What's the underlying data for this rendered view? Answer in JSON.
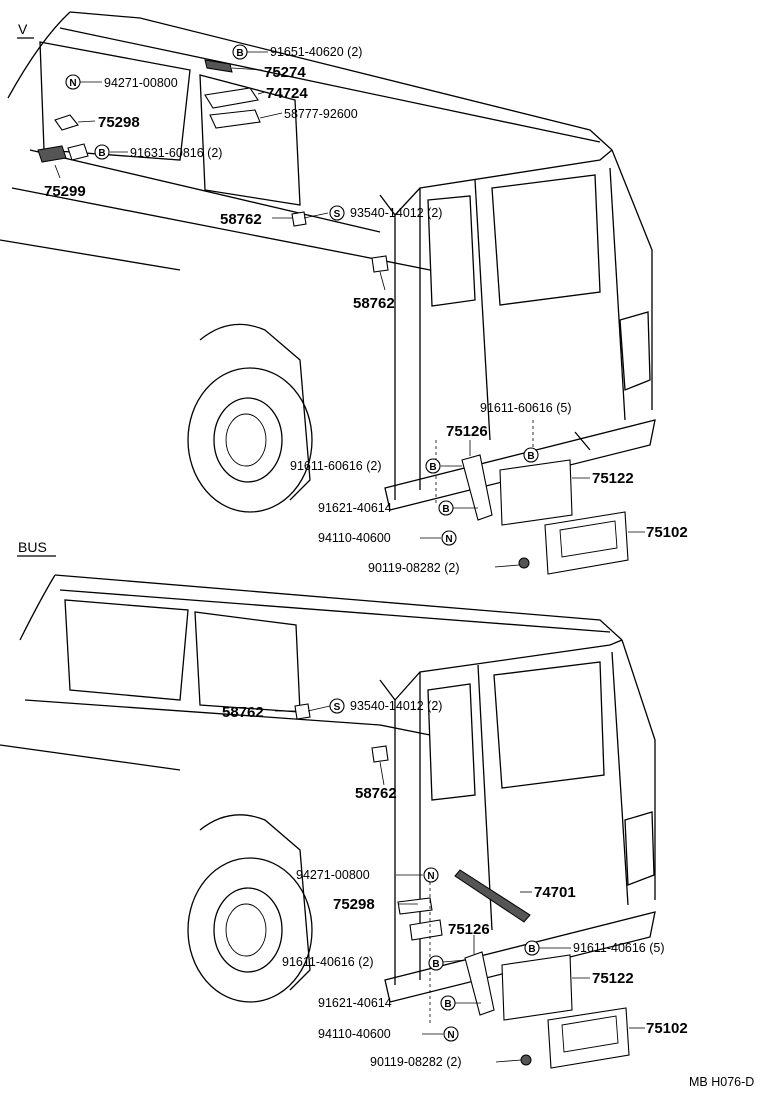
{
  "figure_id": "MB H076-D",
  "sections": [
    {
      "key": "v",
      "title": "V",
      "labels": [
        {
          "id": "v-91651",
          "text": "91651-40620 (2)",
          "mark": "B",
          "size": "small"
        },
        {
          "id": "v-75274",
          "text": "75274",
          "mark": "",
          "size": "big"
        },
        {
          "id": "v-94271",
          "text": "94271-00800",
          "mark": "N",
          "size": "small"
        },
        {
          "id": "v-74724",
          "text": "74724",
          "mark": "",
          "size": "big"
        },
        {
          "id": "v-58777",
          "text": "58777-92600",
          "mark": "",
          "size": "small"
        },
        {
          "id": "v-75298",
          "text": "75298",
          "mark": "",
          "size": "big"
        },
        {
          "id": "v-91631",
          "text": "91631-60816 (2)",
          "mark": "B",
          "size": "small"
        },
        {
          "id": "v-75299",
          "text": "75299",
          "mark": "",
          "size": "big"
        },
        {
          "id": "v-58762a",
          "text": "58762",
          "mark": "",
          "size": "big"
        },
        {
          "id": "v-93540",
          "text": "93540-14012 (2)",
          "mark": "S",
          "size": "small"
        },
        {
          "id": "v-58762b",
          "text": "58762",
          "mark": "",
          "size": "big"
        },
        {
          "id": "v-91611a",
          "text": "91611-60616 (5)",
          "mark": "",
          "size": "small"
        },
        {
          "id": "v-75126",
          "text": "75126",
          "mark": "",
          "size": "big"
        },
        {
          "id": "v-91611b",
          "text": "91611-60616 (2)",
          "mark": "B",
          "size": "small"
        },
        {
          "id": "v-75122",
          "text": "75122",
          "mark": "",
          "size": "big"
        },
        {
          "id": "v-91621",
          "text": "91621-40614",
          "mark": "B",
          "size": "small"
        },
        {
          "id": "v-75102",
          "text": "75102",
          "mark": "",
          "size": "big"
        },
        {
          "id": "v-94110",
          "text": "94110-40600",
          "mark": "N",
          "size": "small"
        },
        {
          "id": "v-90119",
          "text": "90119-08282 (2)",
          "mark": "",
          "size": "small"
        }
      ]
    },
    {
      "key": "bus",
      "title": "BUS",
      "labels": [
        {
          "id": "b-58762a",
          "text": "58762",
          "mark": "",
          "size": "big"
        },
        {
          "id": "b-93540",
          "text": "93540-14012 (2)",
          "mark": "S",
          "size": "small"
        },
        {
          "id": "b-58762b",
          "text": "58762",
          "mark": "",
          "size": "big"
        },
        {
          "id": "b-94271",
          "text": "94271-00800",
          "mark": "N",
          "size": "small"
        },
        {
          "id": "b-74701",
          "text": "74701",
          "mark": "",
          "size": "big"
        },
        {
          "id": "b-75298",
          "text": "75298",
          "mark": "",
          "size": "big"
        },
        {
          "id": "b-75126",
          "text": "75126",
          "mark": "",
          "size": "big"
        },
        {
          "id": "b-91611a",
          "text": "91611-40616 (5)",
          "mark": "B",
          "size": "small"
        },
        {
          "id": "b-91611b",
          "text": "91611-40616 (2)",
          "mark": "B",
          "size": "small"
        },
        {
          "id": "b-75122",
          "text": "75122",
          "mark": "",
          "size": "big"
        },
        {
          "id": "b-91621",
          "text": "91621-40614",
          "mark": "B",
          "size": "small"
        },
        {
          "id": "b-75102",
          "text": "75102",
          "mark": "",
          "size": "big"
        },
        {
          "id": "b-94110",
          "text": "94110-40600",
          "mark": "N",
          "size": "small"
        },
        {
          "id": "b-90119",
          "text": "90119-08282 (2)",
          "mark": "",
          "size": "small"
        }
      ]
    }
  ]
}
